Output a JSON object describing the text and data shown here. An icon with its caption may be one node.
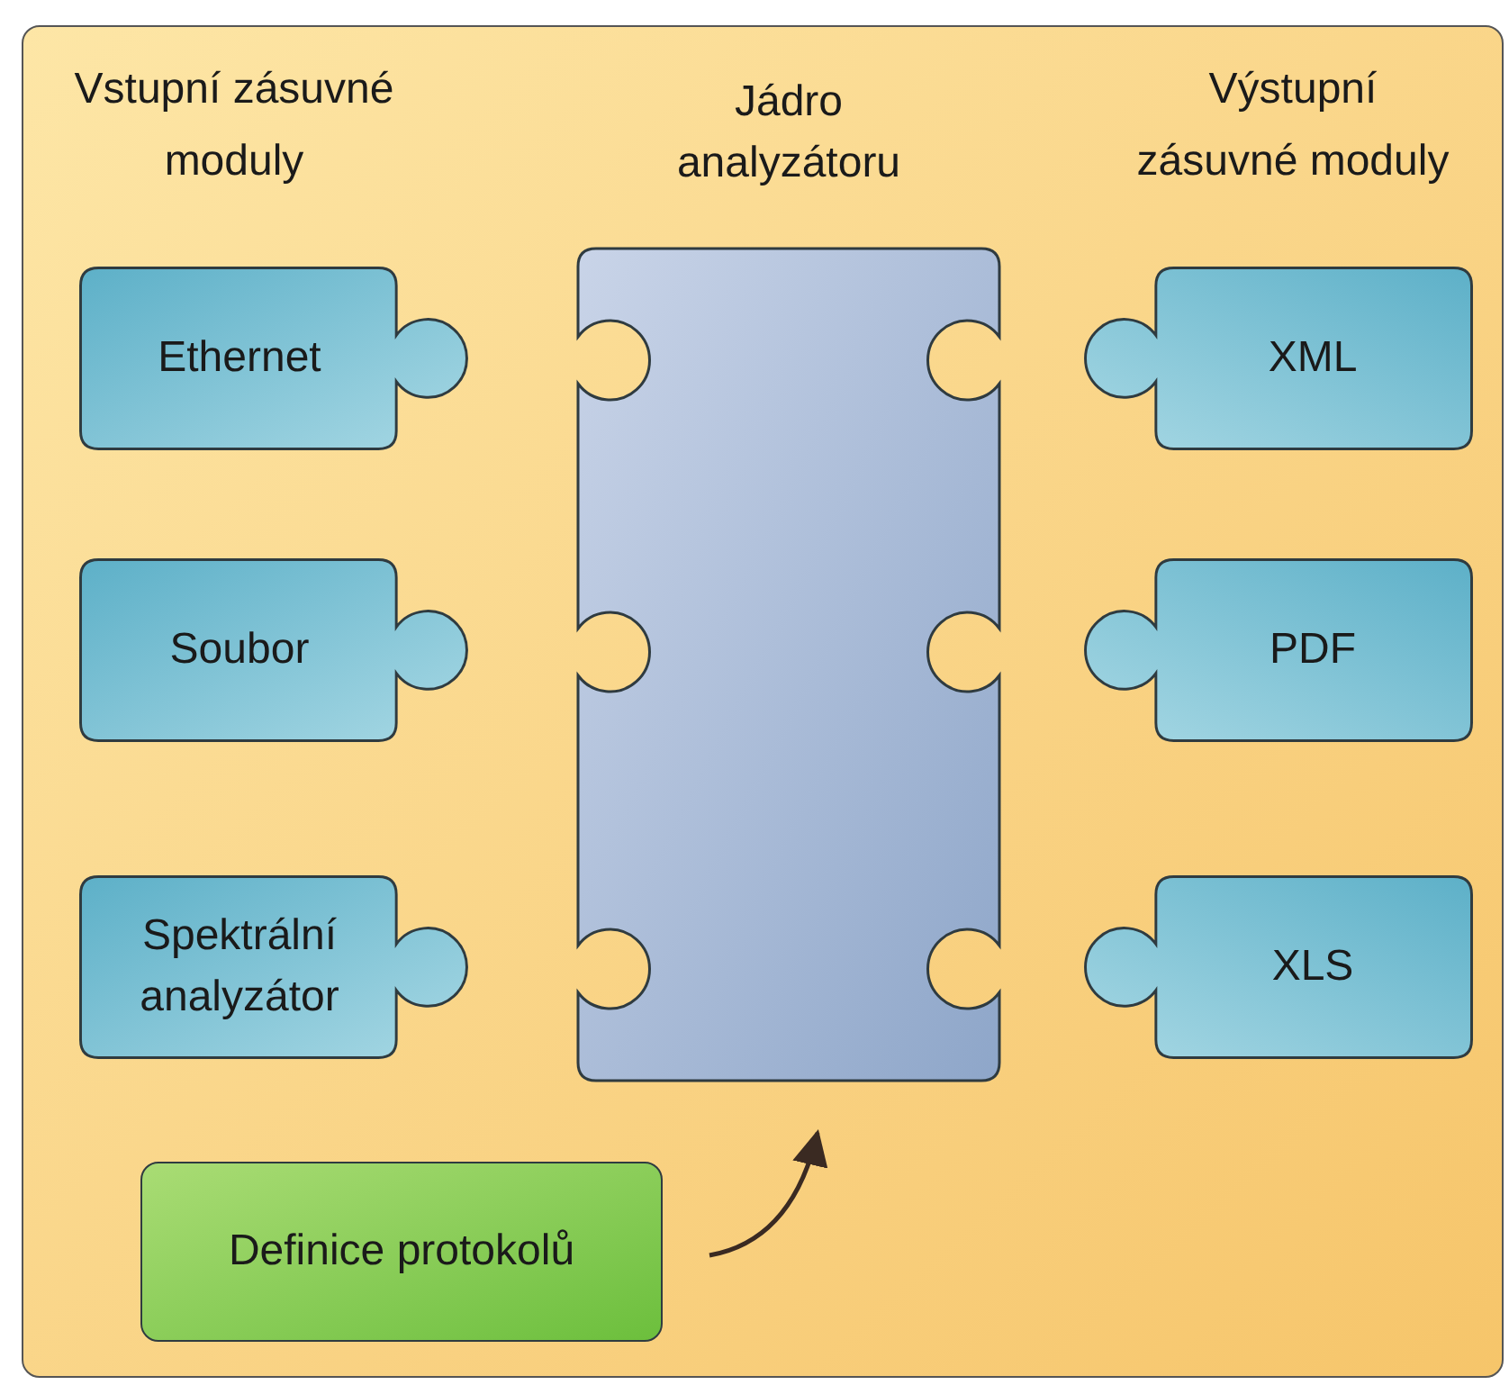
{
  "diagram": {
    "nodes": [
      {
        "text": [
          "Ethernet"
        ]
      },
      {
        "text": [
          "Soubor"
        ]
      },
      {
        "text": [
          "Spektrální analyzátor"
        ]
      },
      {
        "text": [
          "Jádro analyzátoru"
        ]
      },
      {
        "text": [
          "XML"
        ]
      },
      {
        "text": [
          "PDF"
        ]
      },
      {
        "text": [
          "XLS"
        ]
      },
      {
        "text": [
          "Definice protokolů"
        ]
      }
    ],
    "edges": [
      {
        "from": 7,
        "to": 3,
        "arrow": "to"
      }
    ],
    "labels": [
      "Vstupní zásuvné moduly",
      "Výstupní zásuvné moduly"
    ]
  }
}
